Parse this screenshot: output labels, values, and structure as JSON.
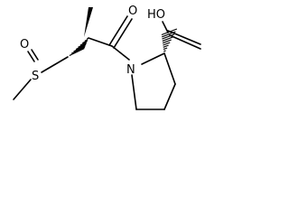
{
  "molecule": {
    "atoms": {
      "carboxyl_oh": "HO",
      "carbonyl_o": "O",
      "sulfoxide_o": "O",
      "sulfur": "S",
      "nitrogen": "N"
    },
    "colors": {
      "ink": "#000000",
      "background": "#ffffff"
    }
  }
}
